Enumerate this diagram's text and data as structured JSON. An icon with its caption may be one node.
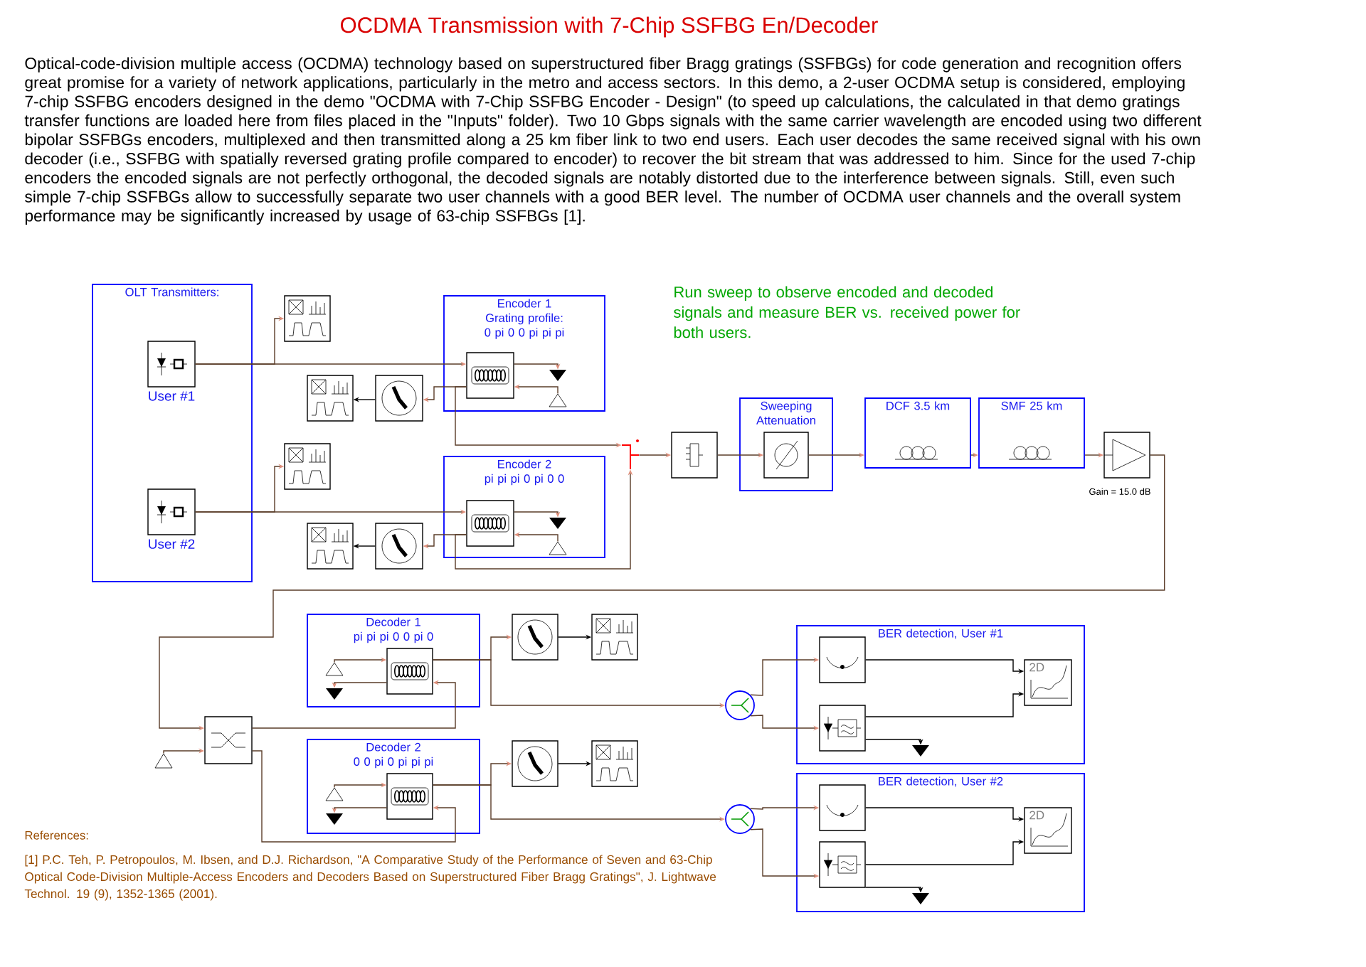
{
  "diagram": {
    "title": "OCDMA Transmission with 7-Chip SSFBG En/Decoder",
    "nodes": [
      {
        "text": [
          "OLT Transmitters:"
        ]
      },
      {
        "text": [],
        "shape": "box",
        "in": 0,
        "beside": [
          "User #1"
        ]
      },
      {
        "text": [],
        "shape": "box",
        "in": 0,
        "beside": [
          "User #2"
        ]
      },
      {
        "text": [],
        "shape": "box"
      },
      {
        "text": [
          "Encoder 1",
          "Grating profile: 0 pi 0 0 pi pi pi"
        ]
      },
      {
        "text": [],
        "shape": "box",
        "in": 4
      },
      {
        "text": [],
        "shape": "triangle",
        "in": 4
      },
      {
        "text": [],
        "shape": "triangle",
        "in": 4
      },
      {
        "text": [],
        "shape": "box"
      },
      {
        "text": [],
        "shape": "box"
      },
      {
        "text": [],
        "shape": "box"
      },
      {
        "text": [
          "Encoder 2",
          "pi pi pi 0 pi 0 0"
        ]
      },
      {
        "text": [],
        "shape": "box",
        "in": 11
      },
      {
        "text": [],
        "shape": "triangle",
        "in": 11
      },
      {
        "text": [],
        "shape": "triangle",
        "in": 11
      },
      {
        "text": [],
        "shape": "box"
      },
      {
        "text": [],
        "shape": "box"
      },
      {
        "text": [],
        "shape": "fork"
      },
      {
        "text": [],
        "shape": "box"
      },
      {
        "text": [
          "Sweeping Attenuation"
        ]
      },
      {
        "text": [],
        "shape": "box",
        "in": 19
      },
      {
        "text": [
          "DCF 3.5 km"
        ]
      },
      {
        "text": [
          "SMF 25 km"
        ]
      },
      {
        "text": [],
        "shape": "box",
        "beside": [
          "Gain = 15.0 dB"
        ]
      },
      {
        "text": [],
        "shape": "triangle"
      },
      {
        "text": [],
        "shape": "box"
      },
      {
        "text": [
          "Decoder 1",
          "pi pi pi 0 0 pi 0"
        ]
      },
      {
        "text": [],
        "shape": "triangle",
        "in": 26
      },
      {
        "text": [],
        "shape": "triangle",
        "in": 26
      },
      {
        "text": [],
        "shape": "box",
        "in": 26
      },
      {
        "text": [],
        "shape": "box"
      },
      {
        "text": [],
        "shape": "box"
      },
      {
        "text": [
          "Decoder 2",
          "0 0 pi 0 pi pi pi"
        ]
      },
      {
        "text": [],
        "shape": "triangle",
        "in": 32
      },
      {
        "text": [],
        "shape": "triangle",
        "in": 32
      },
      {
        "text": [],
        "shape": "box",
        "in": 32
      },
      {
        "text": [],
        "shape": "box"
      },
      {
        "text": [],
        "shape": "box"
      },
      {
        "text": [],
        "shape": "circle"
      },
      {
        "text": [
          "BER detection, User #1"
        ]
      },
      {
        "text": [],
        "shape": "box",
        "in": 39
      },
      {
        "text": [],
        "shape": "box",
        "in": 39
      },
      {
        "text": [
          "2D"
        ],
        "in": 39
      },
      {
        "text": [],
        "shape": "triangle",
        "in": 39
      },
      {
        "text": [],
        "shape": "circle"
      },
      {
        "text": [
          "BER detection, User #2"
        ]
      },
      {
        "text": [],
        "shape": "box",
        "in": 45
      },
      {
        "text": [],
        "shape": "box",
        "in": 45
      },
      {
        "text": [
          "2D"
        ],
        "in": 45
      },
      {
        "text": [],
        "shape": "triangle",
        "in": 45
      }
    ],
    "edges": [
      {
        "from": 1,
        "to": 5,
        "arrow": "to"
      },
      {
        "from": 1,
        "to": 3,
        "arrow": "to"
      },
      {
        "from": 5,
        "to": 6,
        "arrow": "to"
      },
      {
        "from": 7,
        "to": 5,
        "arrow": "to"
      },
      {
        "from": 5,
        "to": 9,
        "arrow": "to"
      },
      {
        "from": 5,
        "to": 17,
        "arrow": "to"
      },
      {
        "from": 9,
        "to": 8,
        "arrow": "to",
        "color": "#000000"
      },
      {
        "from": 2,
        "to": 12,
        "arrow": "to"
      },
      {
        "from": 2,
        "to": 10,
        "arrow": "to"
      },
      {
        "from": 12,
        "to": 13,
        "arrow": "to"
      },
      {
        "from": 14,
        "to": 12,
        "arrow": "to"
      },
      {
        "from": 12,
        "to": 16,
        "arrow": "to"
      },
      {
        "from": 12,
        "to": 17,
        "arrow": "to"
      },
      {
        "from": 16,
        "to": 15,
        "arrow": "to",
        "color": "#000000"
      },
      {
        "from": 17,
        "to": 18,
        "arrow": "to"
      },
      {
        "from": 18,
        "to": 20,
        "arrow": "to"
      },
      {
        "from": 20,
        "to": 21,
        "arrow": "to"
      },
      {
        "from": 21,
        "to": 22,
        "arrow": "to"
      },
      {
        "from": 22,
        "to": 23,
        "arrow": "to"
      },
      {
        "from": 23,
        "to": 25,
        "arrow": "to"
      },
      {
        "from": 24,
        "to": 25,
        "arrow": "to"
      },
      {
        "from": 25,
        "to": 29,
        "arrow": "to"
      },
      {
        "from": 25,
        "to": 35,
        "arrow": "to"
      },
      {
        "from": 27,
        "to": 29,
        "arrow": "to"
      },
      {
        "from": 29,
        "to": 28,
        "arrow": "to"
      },
      {
        "from": 29,
        "to": 30,
        "arrow": "to"
      },
      {
        "from": 29,
        "to": 38,
        "arrow": "to"
      },
      {
        "from": 30,
        "to": 31,
        "arrow": "to",
        "color": "#000000"
      },
      {
        "from": 33,
        "to": 35,
        "arrow": "to"
      },
      {
        "from": 35,
        "to": 34,
        "arrow": "to"
      },
      {
        "from": 35,
        "to": 36,
        "arrow": "to"
      },
      {
        "from": 35,
        "to": 44,
        "arrow": "to"
      },
      {
        "from": 36,
        "to": 37,
        "arrow": "to",
        "color": "#000000"
      },
      {
        "from": 38,
        "to": 40,
        "arrow": "to"
      },
      {
        "from": 38,
        "to": 41,
        "arrow": "to"
      },
      {
        "from": 40,
        "to": 42,
        "arrow": "to",
        "color": "#000000"
      },
      {
        "from": 41,
        "to": 42,
        "arrow": "to",
        "color": "#000000"
      },
      {
        "from": 41,
        "to": 43,
        "arrow": "to",
        "color": "#000000"
      },
      {
        "from": 44,
        "to": 46,
        "arrow": "to"
      },
      {
        "from": 44,
        "to": 47,
        "arrow": "to"
      },
      {
        "from": 46,
        "to": 48,
        "arrow": "to",
        "color": "#000000"
      },
      {
        "from": 47,
        "to": 48,
        "arrow": "to",
        "color": "#000000"
      },
      {
        "from": 47,
        "to": 49,
        "arrow": "to",
        "color": "#000000"
      }
    ],
    "labels": [
      "Optical-code-division multiple access (OCDMA) technology based on superstructured fiber Bragg gratings (SSFBGs) for code generation and recognition offers great promise for a variety of network applications, particularly in the metro and access sectors. In this demo, a 2-user OCDMA setup is considered, employing 7-chip SSFBG encoders designed in the demo \"OCDMA with 7-Chip SSFBG Encoder - Design\" (to speed up calculations, the calculated in that demo gratings transfer functions are loaded here from files placed in the \"Inputs\" folder). Two 10 Gbps signals with the same carrier wavelength are encoded using two different bipolar SSFBGs encoders, multiplexed and then transmitted along a 25 km fiber link to two end users. Each user decodes the same received signal with his own decoder (i.e., SSFBG with spatially reversed grating profile compared to encoder) to recover the bit stream that was addressed to him. Since for the used 7-chip encoders the encoded signals are not perfectly orthogonal, the decoded signals are notably distorted due to the interference between signals. Still, even such simple 7-chip SSFBGs allow to successfully separate two user channels with a good BER level. The number of OCDMA user channels and the overall system performance may be significantly increased by usage of 63-chip SSFBGs [1].",
      "Run sweep to observe encoded and decoded signals and measure BER vs. received power for both users.",
      "References:",
      "[1] P.C. Teh, P. Petropoulos, M. Ibsen, and D.J. Richardson, \"A Comparative Study of the Performance of Seven and 63-Chip Optical Code-Division Multiple-Access Encoders and Decoders Based on Superstructured Fiber Bragg Gratings\", J. Lightwave Technol. 19 (9), 1352-1365 (2001)."
    ]
  }
}
